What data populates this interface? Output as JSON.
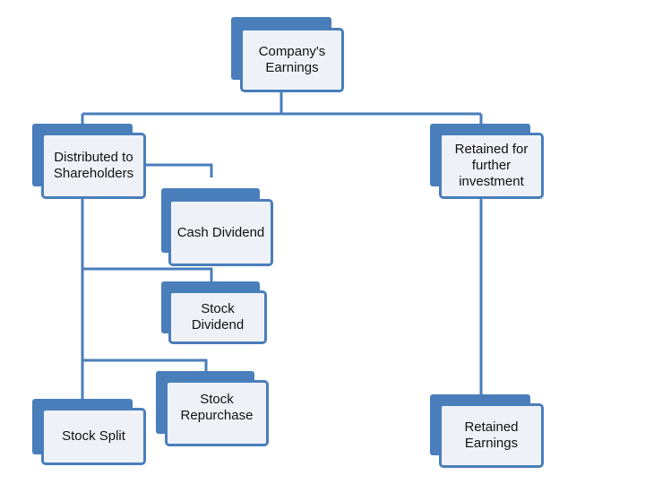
{
  "colors": {
    "accent": "#4a7ebb",
    "card_fill": "#eef2f8",
    "connector": "#4a7ebb"
  },
  "nodes": {
    "earnings": "Company's\nEarnings",
    "distributed": "Distributed to\nShareholders",
    "retained": "Retained for\nfurther\ninvestment",
    "cash_dividend": "Cash Dividend",
    "stock_dividend": "Stock\nDividend",
    "stock_repurchase": "Stock\nRepurchase",
    "stock_split": "Stock Split",
    "retained_earnings": "Retained\nEarnings"
  }
}
